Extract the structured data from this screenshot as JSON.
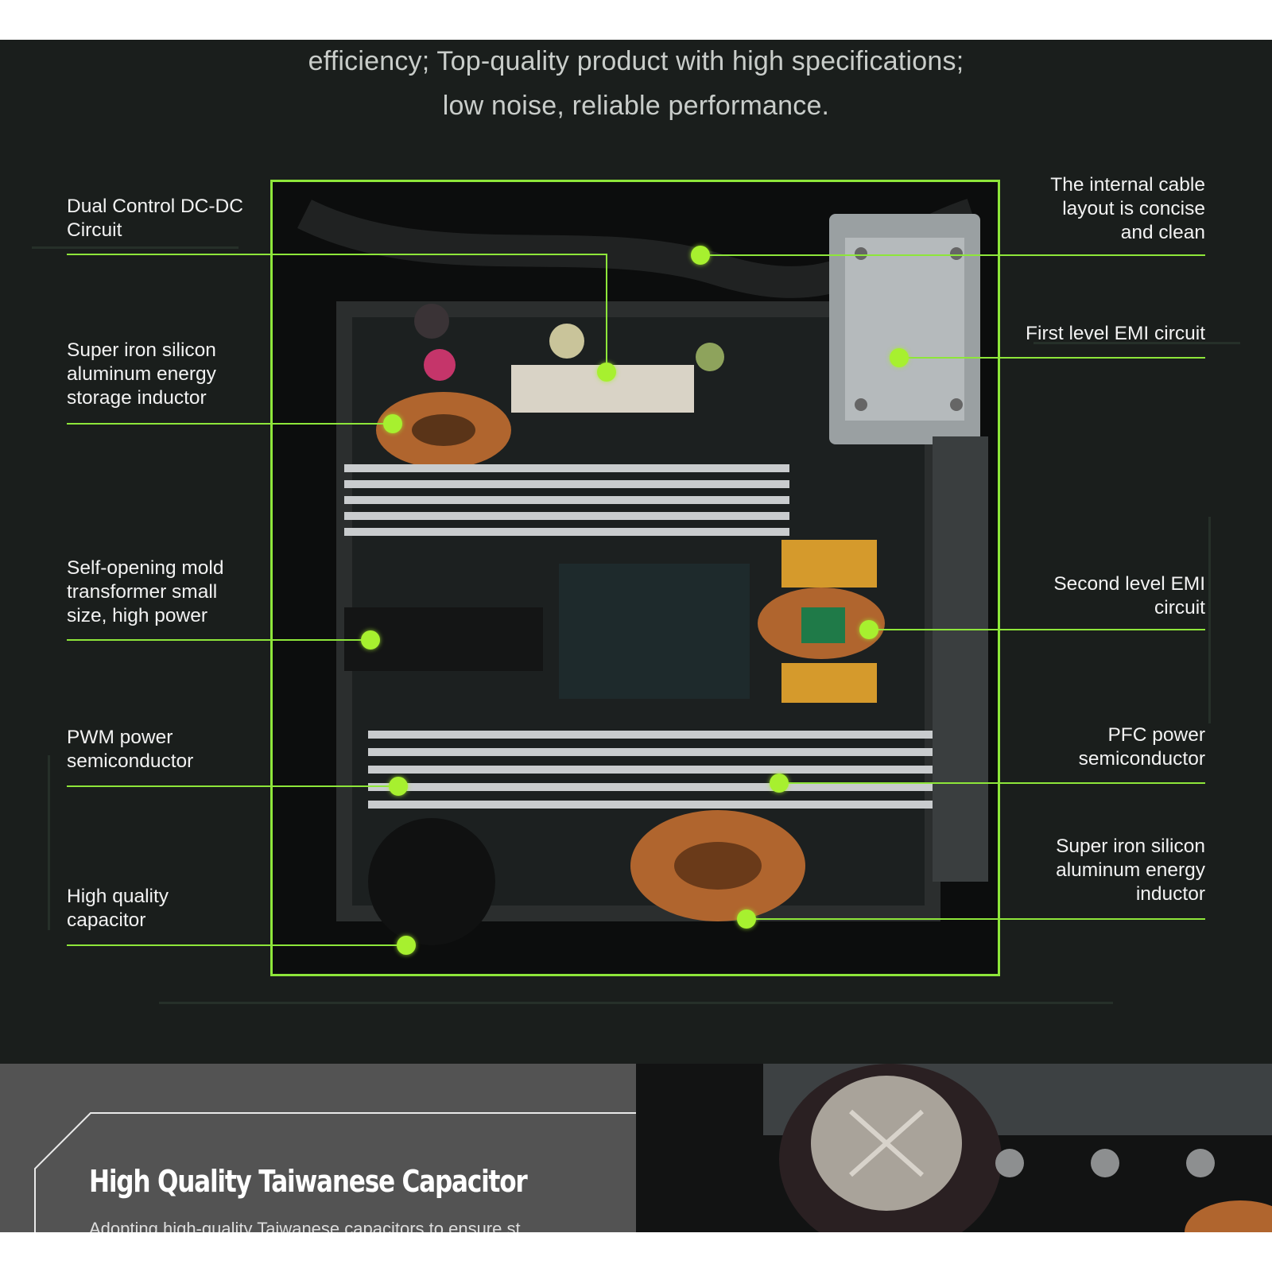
{
  "intro": {
    "line1": "efficiency; Top-quality product with high specifications;",
    "line2": "low noise, reliable performance."
  },
  "callouts_left": [
    {
      "label": "Dual Control DC-DC Circuit"
    },
    {
      "label": "Super iron silicon aluminum energy storage inductor"
    },
    {
      "label": "Self-opening mold transformer small size, high power"
    },
    {
      "label": "PWM power semiconductor"
    },
    {
      "label": "High quality capacitor"
    }
  ],
  "callouts_right": [
    {
      "label": "The internal cable layout is concise and clean"
    },
    {
      "label": "First level EMI circuit"
    },
    {
      "label": "Second level EMI circuit"
    },
    {
      "label": "PFC power semiconductor"
    },
    {
      "label": "Super iron silicon aluminum energy inductor"
    }
  ],
  "feature": {
    "title": "High Quality Taiwanese Capacitor",
    "description": "Adopting high-quality Taiwanese capacitors to ensure st"
  },
  "colors": {
    "accent_green": "#8ee63a",
    "dot_green": "#a7f02f",
    "background_dark": "#1a1e1c",
    "panel_gray": "#535353"
  },
  "icons": [
    "psu-internals-photo",
    "capacitor-closeup-photo"
  ]
}
